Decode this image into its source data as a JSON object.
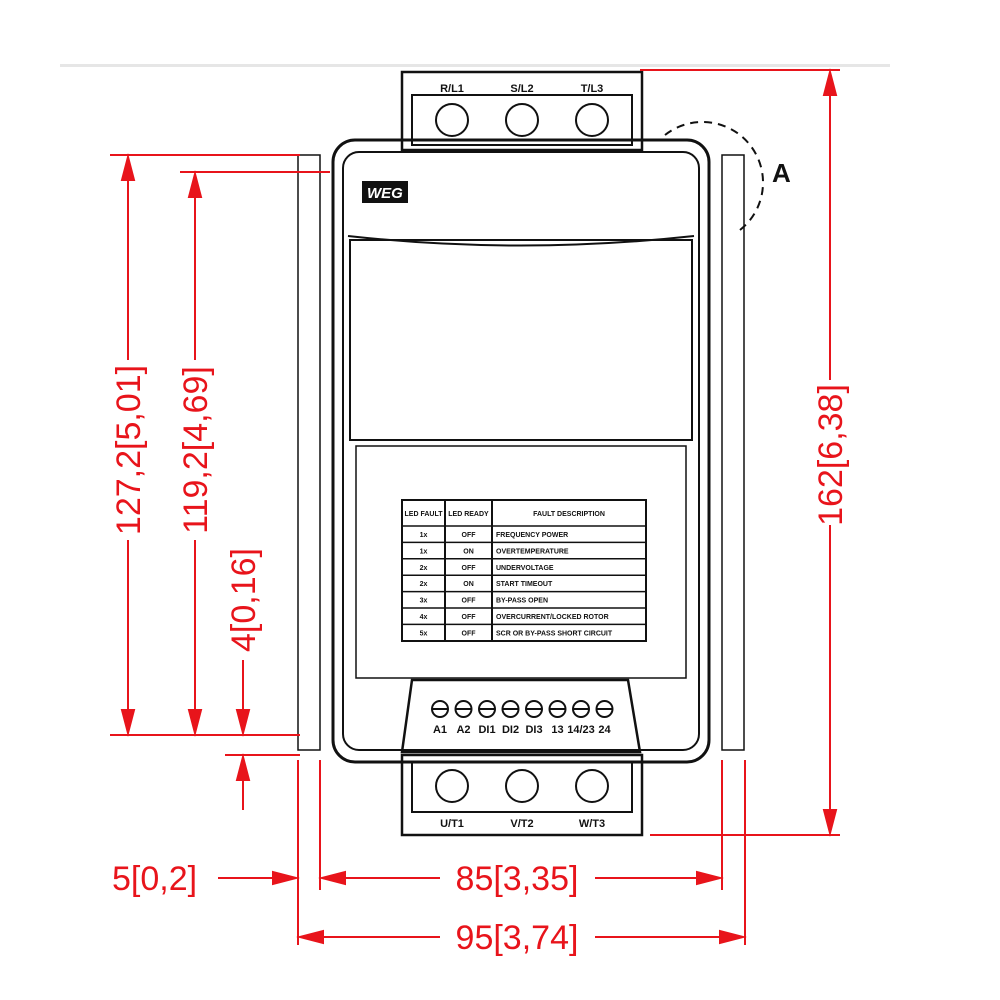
{
  "logo_text": "WEG",
  "detail_label": "A",
  "top_terminals": [
    "R/L1",
    "S/L2",
    "T/L3"
  ],
  "bottom_terminals": [
    "U/T1",
    "V/T2",
    "W/T3"
  ],
  "control_terminals": [
    "A1",
    "A2",
    "DI1",
    "DI2",
    "DI3",
    "13",
    "14/23",
    "24"
  ],
  "fault_table": {
    "headers": [
      "LED FAULT",
      "LED READY",
      "FAULT DESCRIPTION"
    ],
    "rows": [
      [
        "1x",
        "OFF",
        "FREQUENCY POWER"
      ],
      [
        "1x",
        "ON",
        "OVERTEMPERATURE"
      ],
      [
        "2x",
        "OFF",
        "UNDERVOLTAGE"
      ],
      [
        "2x",
        "ON",
        "START TIMEOUT"
      ],
      [
        "3x",
        "OFF",
        "BY-PASS OPEN"
      ],
      [
        "4x",
        "OFF",
        "OVERCURRENT/LOCKED ROTOR"
      ],
      [
        "5x",
        "OFF",
        "SCR OR BY-PASS SHORT CIRCUIT"
      ]
    ]
  },
  "dimensions": {
    "height_total": "162[6,38]",
    "height_mount": "127,2[5,01]",
    "height_inner": "119,2[4,69]",
    "offset": "4[0,16]",
    "side": "5[0,2]",
    "width_mount": "85[3,35]",
    "width_total": "95[3,74]"
  },
  "colors": {
    "dimension": "#e8141b",
    "drawing": "#111111"
  }
}
